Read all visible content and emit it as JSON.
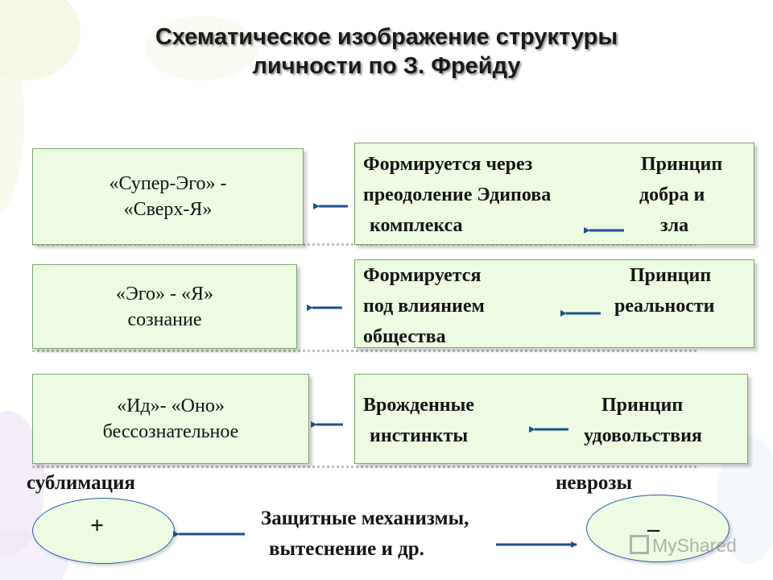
{
  "title": {
    "line1": "Схематическое изображение структуры",
    "line2": "личности по З. Фрейду"
  },
  "rows": [
    {
      "structure": [
        "«Супер-Эго» -",
        "«Сверх-Я»"
      ],
      "origin": [
        "Формируется через",
        "преодоление Эдипова",
        "комплекса"
      ],
      "principle": [
        "Принцип",
        "добра и",
        "зла"
      ]
    },
    {
      "structure": [
        "«Эго» - «Я»",
        "сознание"
      ],
      "origin": [
        "Формируется",
        "под влиянием",
        "общества"
      ],
      "principle": [
        "Принцип",
        "реальности"
      ]
    },
    {
      "structure": [
        "«Ид»- «Оно»",
        "бессознательное"
      ],
      "origin": [
        "Врожденные",
        "инстинкты"
      ],
      "principle": [
        "Принцип",
        "удовольствия"
      ]
    }
  ],
  "bottom": {
    "left_label": "сублимация",
    "right_label": "неврозы",
    "plus_sign": "+",
    "minus_sign": "_",
    "mechanisms_line1": "Защитные механизмы,",
    "mechanisms_line2": "вытеснение и др."
  },
  "watermark": "MyShared",
  "colors": {
    "box_fill": "#ecfbe2",
    "box_border": "#7aa46c",
    "arrow": "#1f4e8c",
    "ellipse_border": "#2a5aa8"
  }
}
